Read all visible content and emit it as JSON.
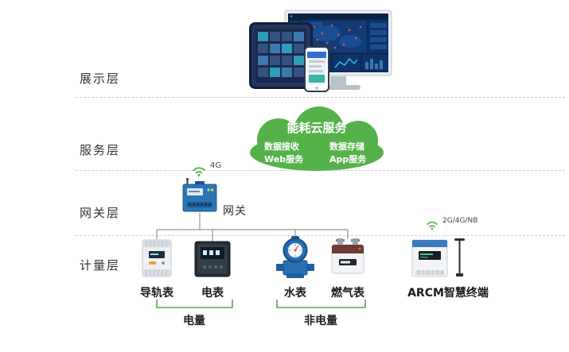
{
  "layers": [
    {
      "label": "展示层"
    },
    {
      "label": "服务层"
    },
    {
      "label": "网关层"
    },
    {
      "label": "计量层"
    }
  ],
  "cloud": {
    "title": "能耗云服务",
    "services": [
      "数据接收",
      "数据存储",
      "Web服务",
      "App服务"
    ]
  },
  "gateway": {
    "label": "网关",
    "signal": "4G"
  },
  "meters": [
    {
      "label": "导轨表"
    },
    {
      "label": "电表"
    },
    {
      "label": "水表"
    },
    {
      "label": "燃气表"
    },
    {
      "label": "ARCM智慧终端",
      "signal": "2G/4G/NB"
    }
  ],
  "groups": [
    {
      "label": "电量"
    },
    {
      "label": "非电量"
    }
  ],
  "colors": {
    "cloud_green": "#55b14a",
    "bracket_green": "#53ae47",
    "gateway_blue": "#2e74b5",
    "water_meter_blue": "#2a6fb4",
    "connector_gray": "#8f969c",
    "divider_gray": "#cccccc",
    "text_dark": "#333333"
  }
}
